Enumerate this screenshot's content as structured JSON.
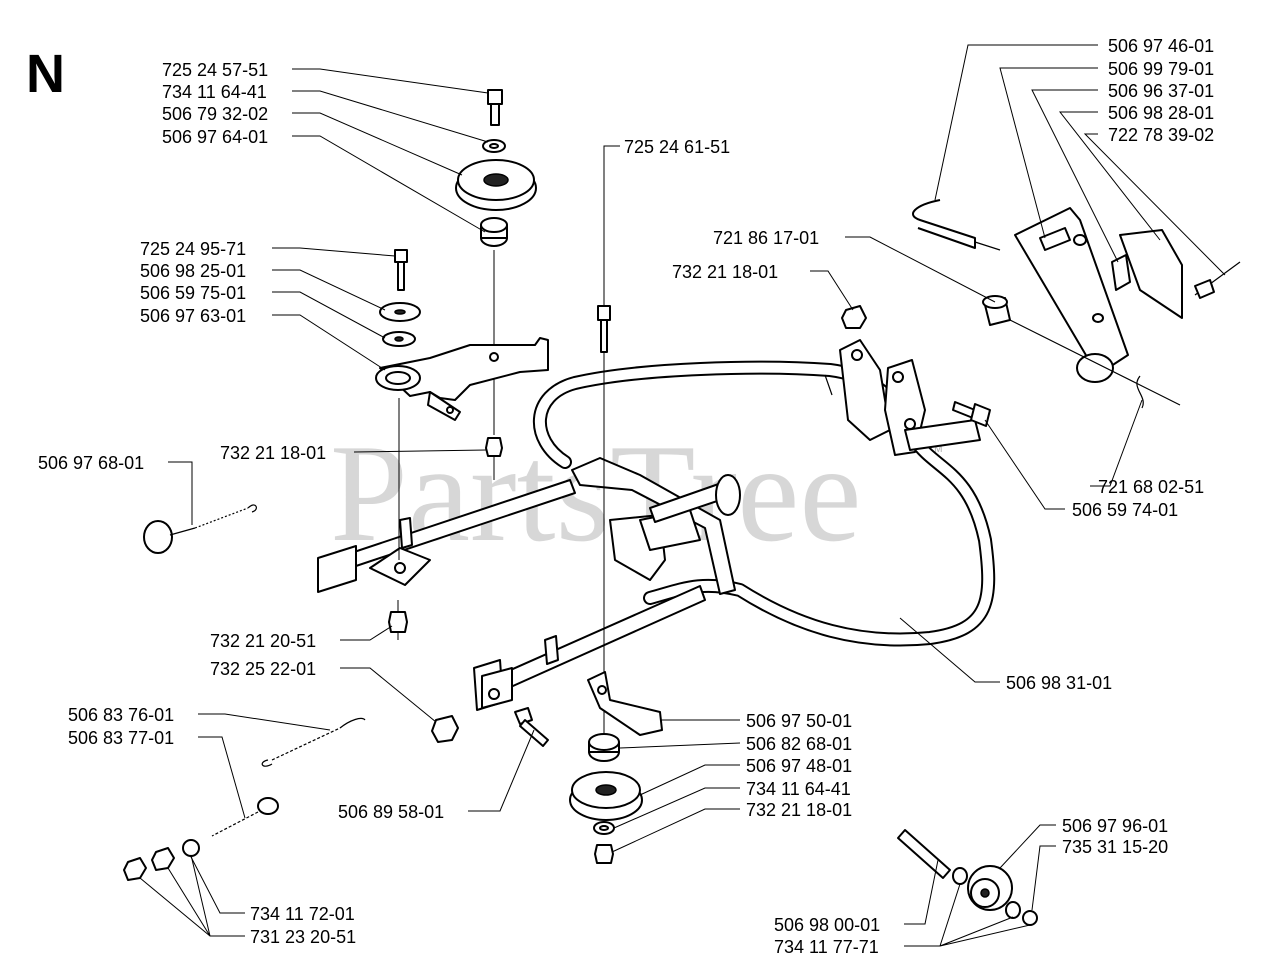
{
  "section_letter": "N",
  "watermark": {
    "text": "PartsTree",
    "mark": "TM"
  },
  "labels": [
    "725 24 57-51",
    "734 11 64-41",
    "506 79 32-02",
    "506 97 64-01",
    "725 24 95-71",
    "506 98 25-01",
    "506 59 75-01",
    "506 97 63-01",
    "506 97 68-01",
    "732 21 18-01",
    "732 21 20-51",
    "732 25 22-01",
    "506 83 76-01",
    "506 83 77-01",
    "734 11 72-01",
    "731 23 20-51",
    "506 89 58-01",
    "725 24 61-51",
    "732 21 18-01",
    "721 86 17-01",
    "506 97 46-01",
    "506 99 79-01",
    "506 96 37-01",
    "506 98 28-01",
    "722 78 39-02",
    "721 68 02-51",
    "506 59 74-01",
    "506 98 31-01",
    "506 97 50-01",
    "506 82 68-01",
    "506 97 48-01",
    "734 11 64-41",
    "732 21 18-01",
    "506 97 96-01",
    "735 31 15-20",
    "506 98 00-01",
    "734 11 77-71"
  ]
}
